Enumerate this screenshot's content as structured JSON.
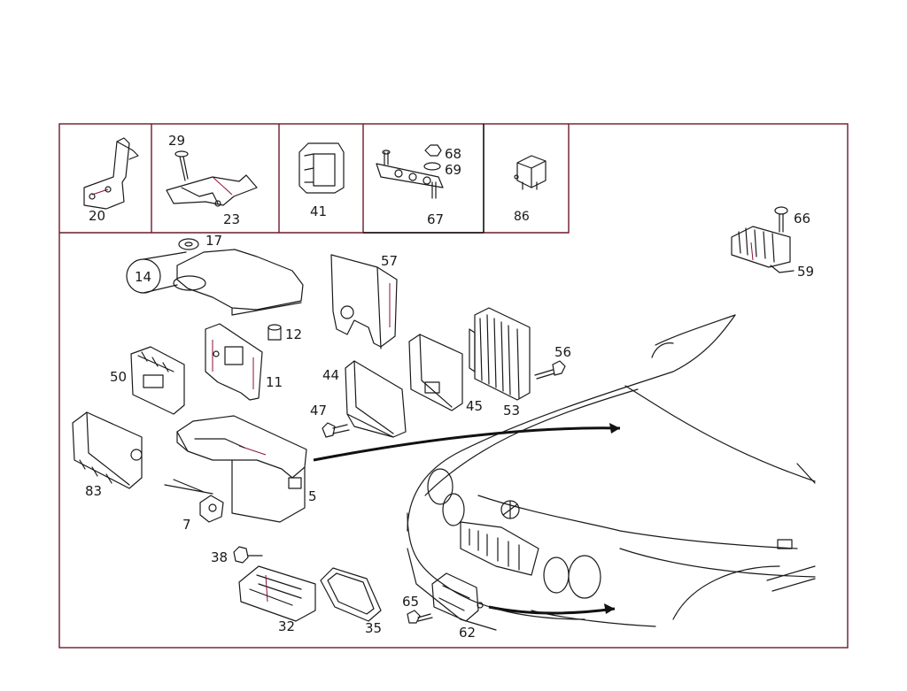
{
  "labels": {
    "p20": "20",
    "p29": "29",
    "p23": "23",
    "p41": "41",
    "p68": "68",
    "p69": "69",
    "p67": "67",
    "p86": "86",
    "p17": "17",
    "p14": "14",
    "p57": "57",
    "p66": "66",
    "p59": "59",
    "p12": "12",
    "p11": "11",
    "p50": "50",
    "p44": "44",
    "p45": "45",
    "p53": "53",
    "p56": "56",
    "p47": "47",
    "p83": "83",
    "p5": "5",
    "p7": "7",
    "p38": "38",
    "p32": "32",
    "p35": "35",
    "p65": "65",
    "p62": "62"
  },
  "colors": {
    "frame": "#6b1a2a",
    "accent": "#8a1030",
    "ink": "#1a1a1a"
  }
}
